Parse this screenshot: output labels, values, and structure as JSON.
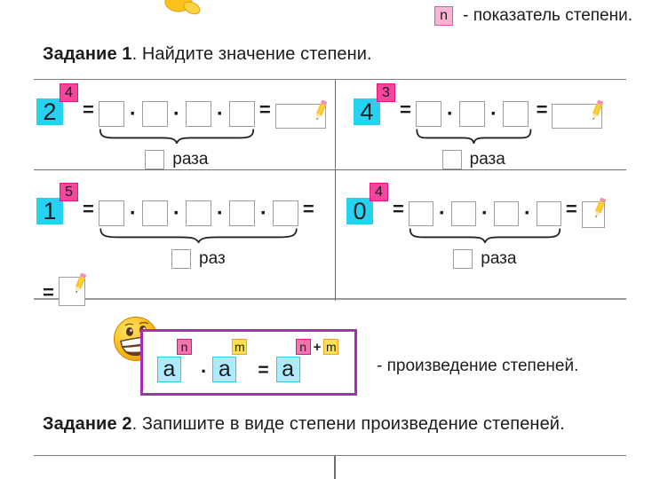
{
  "legend": {
    "symbol": "n",
    "text": "- показатель степени."
  },
  "sym": {
    "eq": "=",
    "dot": "·",
    "plus": "+"
  },
  "task1": {
    "title_bold": "Задание 1",
    "title_rest": ". Найдите значение степени.",
    "cells": [
      {
        "base": "2",
        "exp": "4",
        "factor_count": 4,
        "times_label": "раза"
      },
      {
        "base": "4",
        "exp": "3",
        "factor_count": 3,
        "times_label": "раза"
      },
      {
        "base": "1",
        "exp": "5",
        "factor_count": 5,
        "times_label": "раз"
      },
      {
        "base": "0",
        "exp": "4",
        "factor_count": 4,
        "times_label": "раза"
      }
    ]
  },
  "rule": {
    "base": "a",
    "exp_n": "n",
    "exp_m": "m",
    "caption": "- произведение степеней."
  },
  "task2": {
    "title_bold": "Задание 2",
    "title_rest": ". Запишите в виде степени произведение степеней."
  },
  "colors": {
    "cyan": "#25d2f2",
    "pink": "#f2479a",
    "pink_border": "#e4157e",
    "pink_light": "#f9b4d4",
    "cyan_light": "#abebfb",
    "cyan_border": "#2cc8ef",
    "yellow": "#ffe14f",
    "yellow_border": "#eda42f",
    "purple": "#a82dbb"
  }
}
